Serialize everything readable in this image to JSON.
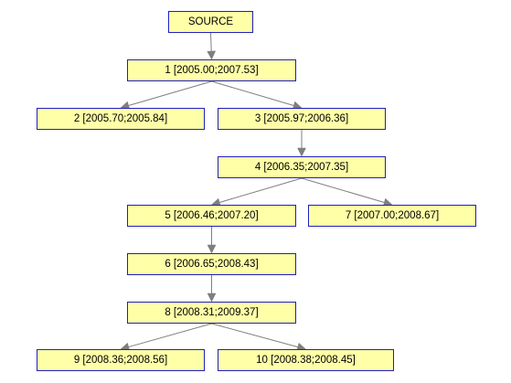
{
  "diagram": {
    "colors": {
      "node_fill": "#ffffa8",
      "node_border": "#1f1fbf",
      "edge": "#7f7f7f"
    },
    "nodes": [
      {
        "id": "source",
        "label": "SOURCE"
      },
      {
        "id": "n1",
        "label": "1 [2005.00;2007.53]"
      },
      {
        "id": "n2",
        "label": "2 [2005.70;2005.84]"
      },
      {
        "id": "n3",
        "label": "3 [2005.97;2006.36]"
      },
      {
        "id": "n4",
        "label": "4 [2006.35;2007.35]"
      },
      {
        "id": "n5",
        "label": "5 [2006.46;2007.20]"
      },
      {
        "id": "n7",
        "label": "7 [2007.00;2008.67]"
      },
      {
        "id": "n6",
        "label": "6 [2006.65;2008.43]"
      },
      {
        "id": "n8",
        "label": "8 [2008.31;2009.37]"
      },
      {
        "id": "n9",
        "label": "9 [2008.36;2008.56]"
      },
      {
        "id": "n10",
        "label": "10 [2008.38;2008.45]"
      }
    ],
    "edges": [
      {
        "from": "source",
        "to": "n1"
      },
      {
        "from": "n1",
        "to": "n2"
      },
      {
        "from": "n1",
        "to": "n3"
      },
      {
        "from": "n3",
        "to": "n4"
      },
      {
        "from": "n4",
        "to": "n5"
      },
      {
        "from": "n4",
        "to": "n7"
      },
      {
        "from": "n5",
        "to": "n6"
      },
      {
        "from": "n6",
        "to": "n8"
      },
      {
        "from": "n8",
        "to": "n9"
      },
      {
        "from": "n8",
        "to": "n10"
      }
    ]
  }
}
